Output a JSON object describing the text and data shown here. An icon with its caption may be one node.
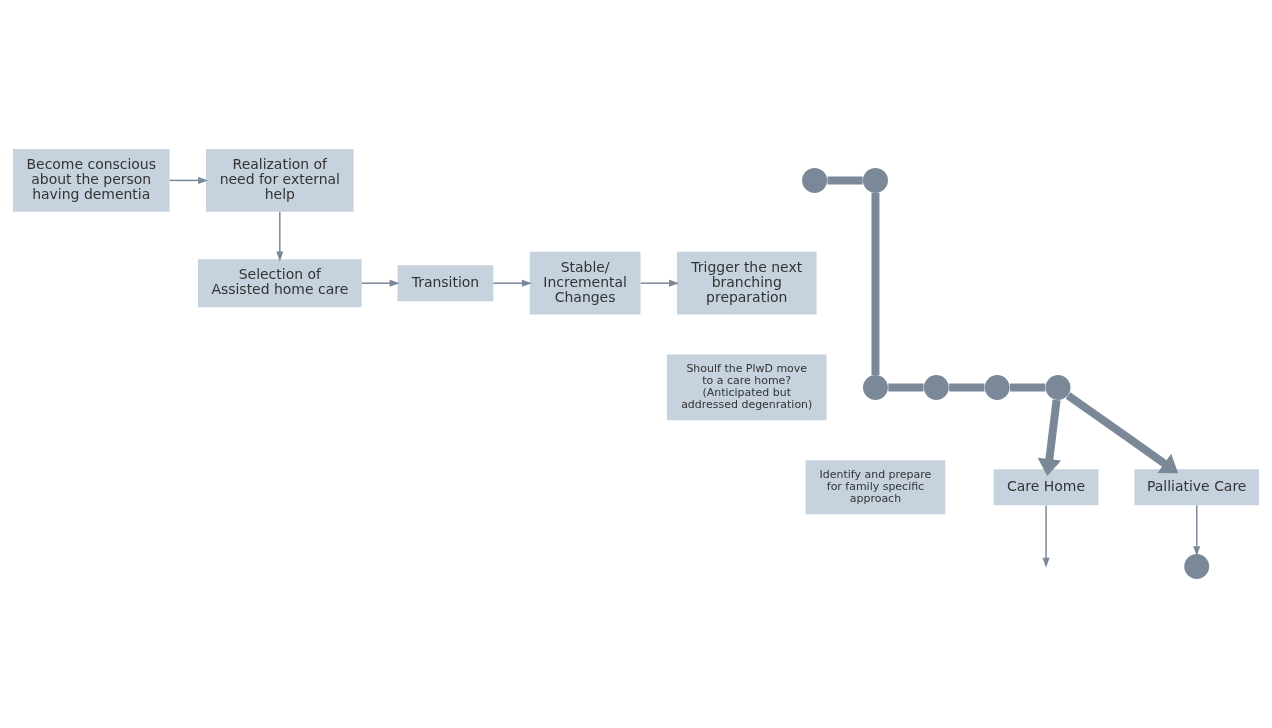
{
  "diagram": {
    "nodes": [
      {
        "text": [
          "Become conscious about the person having dementia"
        ]
      },
      {
        "text": [
          "Realization of need for external help"
        ]
      },
      {
        "text": [
          "Selection of Assisted home care"
        ]
      },
      {
        "text": [
          "Transition"
        ]
      },
      {
        "text": [
          "Stable/ Incremental Changes"
        ]
      },
      {
        "text": [
          "Trigger the next branching preparation"
        ]
      },
      {
        "text": [
          "Identify and prepare for family specific approach"
        ]
      },
      {
        "text": [
          "Shoulf the PlwD move to a care home? (Anticipated but addressed degenration)"
        ]
      },
      {
        "text": [
          "Care Home"
        ]
      },
      {
        "text": [
          "Palliative Care"
        ]
      },
      {
        "text": [],
        "shape": "circle"
      },
      {
        "text": [],
        "shape": "circle"
      },
      {
        "text": [],
        "shape": "circle"
      },
      {
        "text": [],
        "shape": "circle"
      },
      {
        "text": [],
        "shape": "circle"
      },
      {
        "text": [],
        "shape": "circle"
      },
      {
        "text": [],
        "shape": "circle"
      }
    ],
    "edges": [
      {
        "from": 0,
        "to": 1,
        "arrow": "to"
      },
      {
        "from": 1,
        "to": 2,
        "arrow": "to"
      },
      {
        "from": 2,
        "to": 3,
        "arrow": "to"
      },
      {
        "from": 3,
        "to": 4,
        "arrow": "to"
      },
      {
        "from": 4,
        "to": 5,
        "arrow": "to"
      },
      {
        "from": 10,
        "to": 11,
        "arrow": "none",
        "style": "thick"
      },
      {
        "from": 11,
        "to": 12,
        "arrow": "none",
        "style": "thick"
      },
      {
        "from": 12,
        "to": 13,
        "arrow": "none",
        "style": "thick"
      },
      {
        "from": 13,
        "to": 14,
        "arrow": "none",
        "style": "thick"
      },
      {
        "from": 14,
        "to": 15,
        "arrow": "none",
        "style": "thick"
      },
      {
        "from": 15,
        "to": 8,
        "arrow": "to",
        "style": "thick"
      },
      {
        "from": 15,
        "to": 9,
        "arrow": "to",
        "style": "thick"
      },
      {
        "from": 8,
        "to": null,
        "arrow": "to"
      },
      {
        "from": 9,
        "to": 16,
        "arrow": "to"
      }
    ]
  }
}
